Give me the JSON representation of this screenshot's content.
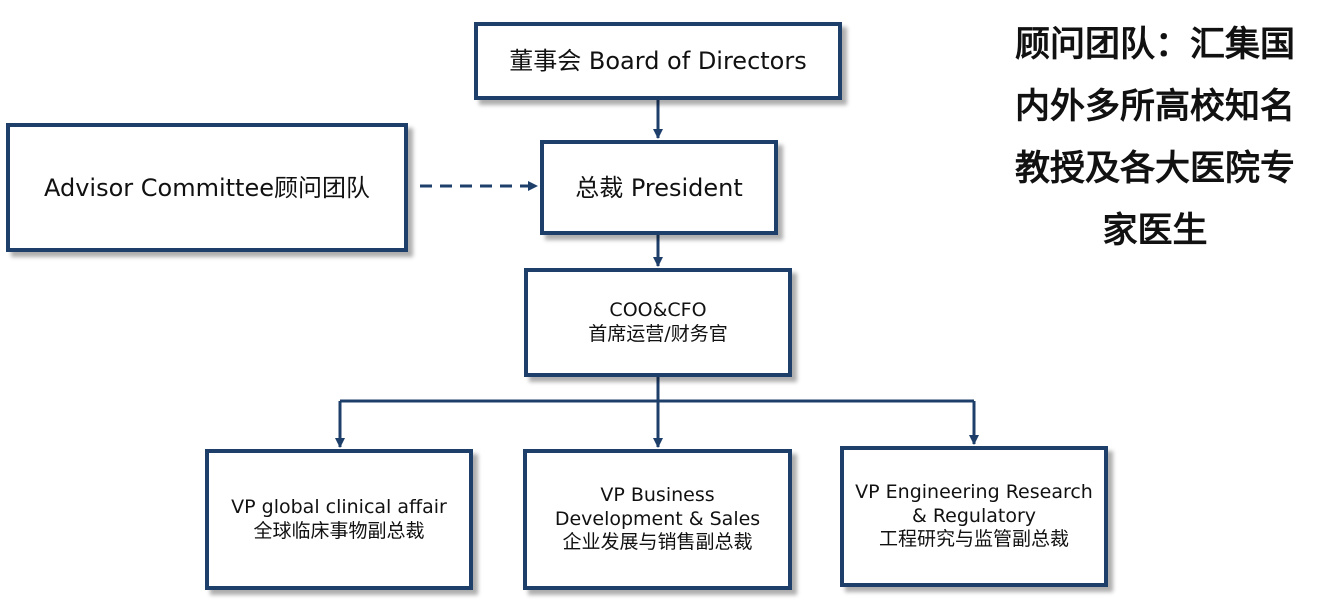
{
  "colors": {
    "box_border": "#1f3f6b",
    "connector": "#1f3f6b",
    "text": "#111111"
  },
  "diagram": {
    "nodes": {
      "board": {
        "lines": [
          "董事会 Board of Directors"
        ]
      },
      "advisor": {
        "lines": [
          "Advisor Committee顾问团队"
        ]
      },
      "president": {
        "lines": [
          "总裁 President"
        ]
      },
      "coo": {
        "lines": [
          "COO&CFO",
          "首席运营/财务官"
        ]
      },
      "vp_clinical": {
        "lines": [
          "VP global clinical affair",
          "全球临床事物副总裁"
        ]
      },
      "vp_business": {
        "lines": [
          "VP Business",
          "Development & Sales",
          "企业发展与销售副总裁"
        ]
      },
      "vp_engineering": {
        "lines": [
          "VP Engineering Research",
          "& Regulatory",
          "工程研究与监管副总裁"
        ]
      }
    },
    "edges": [
      {
        "from": "board",
        "to": "president",
        "style": "solid"
      },
      {
        "from": "advisor",
        "to": "president",
        "style": "dashed"
      },
      {
        "from": "president",
        "to": "coo",
        "style": "solid"
      },
      {
        "from": "coo",
        "to": "vp_clinical",
        "style": "solid"
      },
      {
        "from": "coo",
        "to": "vp_business",
        "style": "solid"
      },
      {
        "from": "coo",
        "to": "vp_engineering",
        "style": "solid"
      }
    ]
  },
  "note": {
    "lines": [
      "顾问团队：汇集国",
      "内外多所高校知名",
      "教授及各大医院专",
      "家医生"
    ]
  }
}
